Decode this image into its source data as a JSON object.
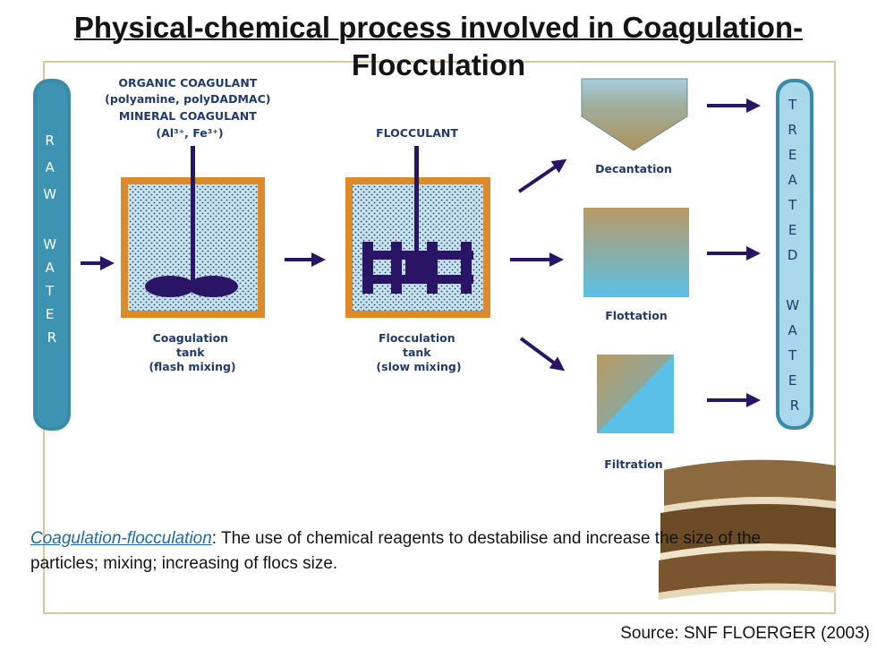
{
  "title": {
    "line1": "Physical-chemical process involved in Coagulation-",
    "line2": "Flocculation"
  },
  "diagram": {
    "raw_water": [
      "R",
      "A",
      "W",
      "",
      "W",
      "A",
      "T",
      "E",
      "R"
    ],
    "treated_water": [
      "T",
      "R",
      "E",
      "A",
      "T",
      "E",
      "D",
      "",
      "W",
      "A",
      "T",
      "E",
      "R"
    ],
    "coagulant_lines": [
      "ORGANIC COAGULANT",
      "(polyamine, polyDADMAC)",
      "MINERAL COAGULANT",
      "(Al³⁺, Fe³⁺)"
    ],
    "flocculant": "FLOCCULANT",
    "coag_tank_lines": [
      "Coagulation",
      "tank",
      "(flash mixing)"
    ],
    "floc_tank_lines": [
      "Flocculation",
      "tank",
      "(slow mixing)"
    ],
    "outputs": [
      "Decantation",
      "Flottation",
      "Filtration"
    ]
  },
  "description": {
    "term": "Coagulation-flocculation",
    "text": ": The use of chemical reagents to destabilise and increase the size of the particles; mixing; increasing of flocs size."
  },
  "source": "Source: SNF FLOERGER (2003)",
  "colors": {
    "navy": "#2a1466",
    "orange": "#dd8a2a",
    "water_blue": "#5bb5dd",
    "column_teal": "#3a8aa8",
    "sand": "#b89a64"
  }
}
